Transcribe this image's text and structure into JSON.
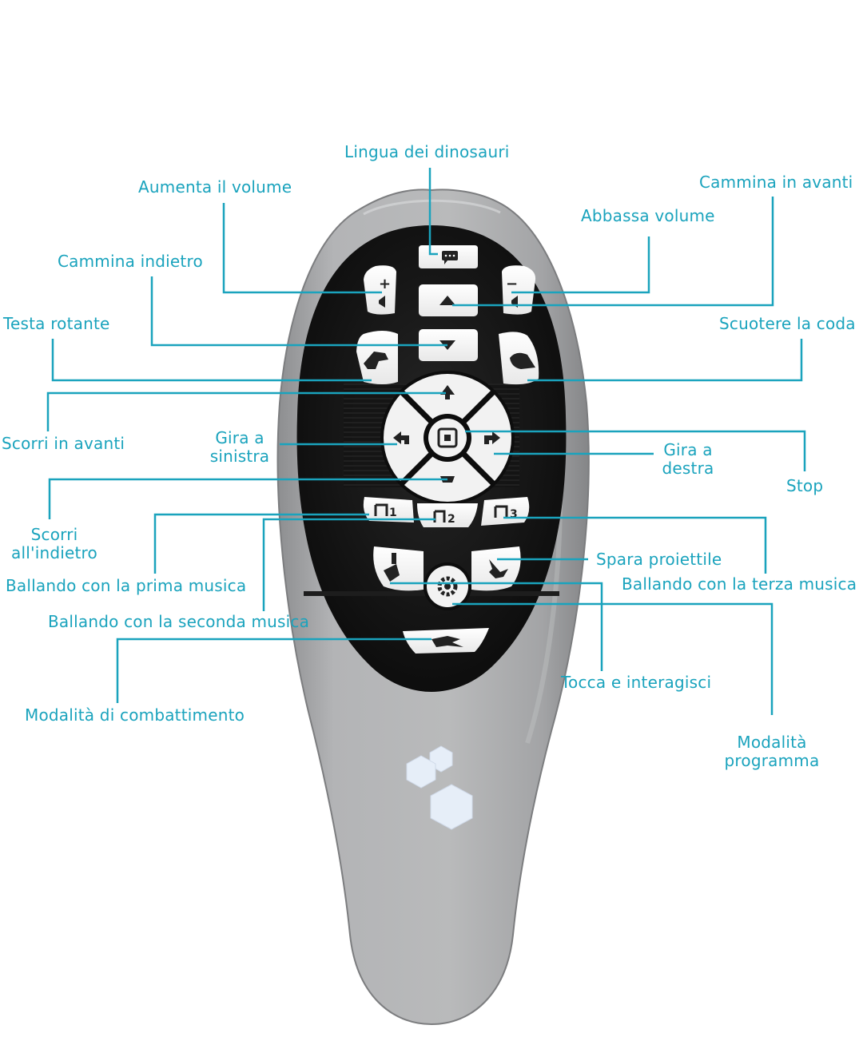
{
  "labels": {
    "lingua": "Lingua dei dinosauri",
    "aumenta": "Aumenta il volume",
    "cammina_avanti": "Cammina in avanti",
    "abbassa": "Abbassa volume",
    "cammina_indietro": "Cammina indietro",
    "testa": "Testa rotante",
    "scuotere": "Scuotere la coda",
    "scorri_avanti": "Scorri in avanti",
    "gira_sinistra_1": "Gira a",
    "gira_sinistra_2": "sinistra",
    "gira_destra_1": "Gira a",
    "gira_destra_2": "destra",
    "stop": "Stop",
    "scorri_indietro_1": "Scorri",
    "scorri_indietro_2": "all'indietro",
    "spara": "Spara proiettile",
    "prima_musica": "Ballando con la prima musica",
    "terza_musica": "Ballando con la terza musica",
    "seconda_musica": "Ballando con la seconda musica",
    "tocca": "Tocca e interagisci",
    "combattimento": "Modalità di combattimento",
    "programma_1": "Modalità",
    "programma_2": "programma"
  },
  "music_buttons": [
    "1",
    "2",
    "3"
  ],
  "colors": {
    "label": "#1aa3bd",
    "leader_line": "#1aa3bd",
    "remote_body": "#a9aaab",
    "button_panel": "#111111",
    "button_face": "#ffffff",
    "led": "#e6eef8"
  }
}
